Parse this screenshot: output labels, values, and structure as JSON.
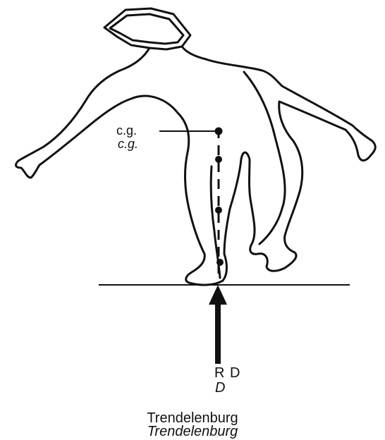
{
  "labels": {
    "cg_primary": "c.g.",
    "cg_secondary": "c.g.",
    "reaction_primary": "R D",
    "reaction_secondary": "D",
    "caption_primary": "Trendelenburg",
    "caption_secondary": "Trendelenburg"
  },
  "colors": {
    "ink": "#111111",
    "background": "#ffffff"
  }
}
